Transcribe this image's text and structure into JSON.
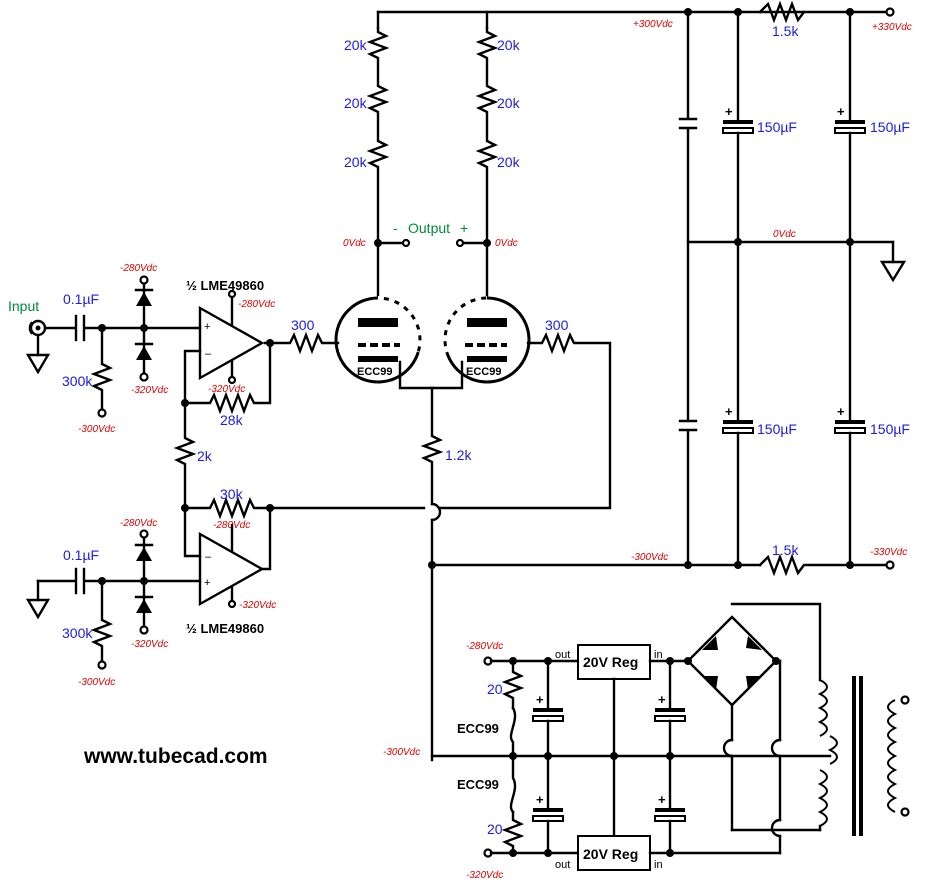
{
  "labels": {
    "input": "Input",
    "cap_in": "0.1µF",
    "r_300k": "300k",
    "v_m300": "-300Vdc",
    "v_m280": "-280Vdc",
    "v_m320": "-320Vdc",
    "v_p300": "+300Vdc",
    "v_p330": "+330Vdc",
    "v_m330": "-330Vdc",
    "v_0": "0Vdc",
    "opamp": "½ LME49860",
    "r_300": "300",
    "r_28k": "28k",
    "r_2k": "2k",
    "r_30k": "30k",
    "r_20k": "20k",
    "r_1_2k": "1.2k",
    "r_1_5k": "1.5k",
    "c_150": "150µF",
    "output": "Output",
    "out_minus": "-",
    "out_plus": "+",
    "tube": "ECC99",
    "reg": "20V Reg",
    "reg_in": "in",
    "reg_out": "out",
    "r_20": "20",
    "site": "www.tubecad.com"
  }
}
